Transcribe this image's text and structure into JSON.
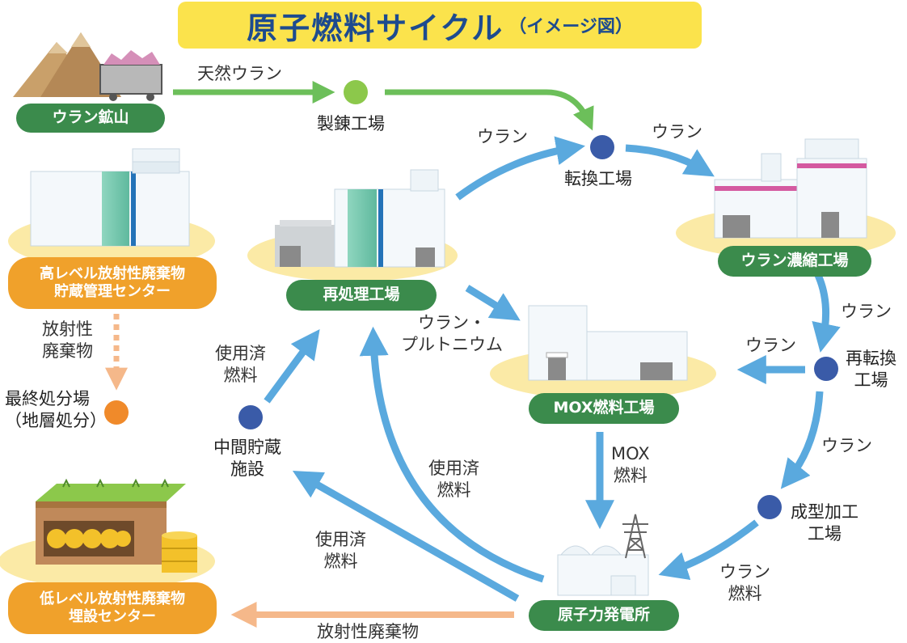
{
  "title": {
    "main": "原子燃料サイクル",
    "sub": "（イメージ図）"
  },
  "facilities": {
    "uranium_mine": "ウラン鉱山",
    "refining_plant": "製錬工場",
    "conversion_plant": "転換工場",
    "enrichment_plant": "ウラン濃縮工場",
    "reconversion_plant": [
      "再転換",
      "工場"
    ],
    "fabrication_plant": [
      "成型加工",
      "工場"
    ],
    "power_plant": "原子力発電所",
    "mox_plant": "MOX燃料工場",
    "reprocessing_plant": "再処理工場",
    "interim_storage": [
      "中間貯蔵",
      "施設"
    ],
    "hlw_center": [
      "高レベル放射性廃棄物",
      "貯蔵管理センター"
    ],
    "final_disposal": [
      "最終処分場",
      "（地層処分）"
    ],
    "llw_center": [
      "低レベル放射性廃棄物",
      "埋設センター"
    ]
  },
  "flows": {
    "natural_uranium": "天然ウラン",
    "uranium_to_conversion": "ウラン",
    "uranium_to_enrichment": "ウラン",
    "uranium_to_reconversion": "ウラン",
    "uranium_to_mox": "ウラン",
    "uranium_to_fabrication": "ウラン",
    "uranium_fuel": [
      "ウラン",
      "燃料"
    ],
    "mox_fuel": [
      "MOX",
      "燃料"
    ],
    "u_pu": [
      "ウラン・",
      "プルトニウム"
    ],
    "spent_fuel_power_to_reprocessing": [
      "使用済",
      "燃料"
    ],
    "spent_fuel_power_to_storage": [
      "使用済",
      "燃料"
    ],
    "spent_fuel_storage_to_reprocessing": [
      "使用済",
      "燃料"
    ],
    "radioactive_waste_hlw": [
      "放射性",
      "廃棄物"
    ],
    "radioactive_waste_llw": "放射性廃棄物"
  },
  "colors": {
    "title_bg": "#fbe34c",
    "title_text": "#1d4b8f",
    "green_pill": "#3b8b4c",
    "orange_pill": "#f0a12b",
    "blue_arrow": "#5aa9de",
    "green_arrow": "#6cbf5a",
    "orange_arrow": "#f5b88a",
    "node_blue": "#3a5ba8",
    "node_green": "#8cc84b",
    "node_orange": "#f08a2a",
    "ground": "#fbeaa6"
  },
  "icons": [
    "mine-icon",
    "mine-cart-icon",
    "factory-icon",
    "power-plant-icon",
    "transmission-tower-icon",
    "disposal-pit-icon",
    "drum-icon"
  ]
}
